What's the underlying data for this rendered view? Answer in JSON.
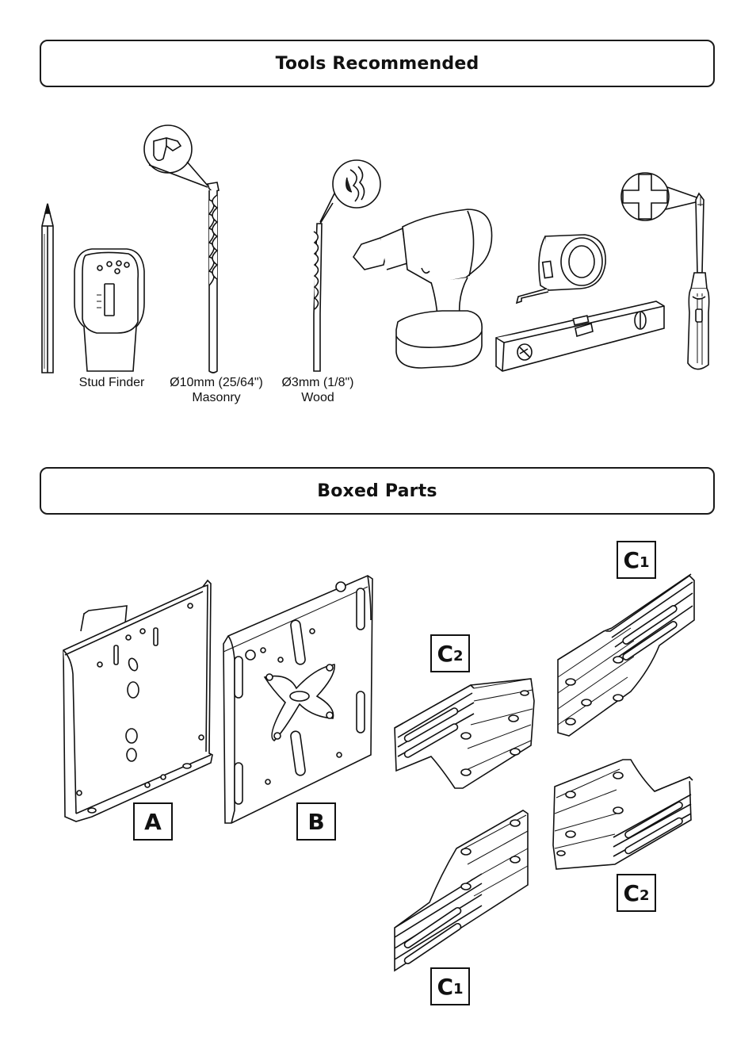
{
  "tools_section": {
    "title": "Tools Recommended",
    "tools": [
      {
        "id": "pencil",
        "icon": "pencil-icon"
      },
      {
        "id": "stud-finder",
        "icon": "stud-finder-icon",
        "label": "Stud Finder"
      },
      {
        "id": "masonry-bit",
        "icon": "masonry-drill-bit-icon",
        "label_line1": "Ø10mm (25/64\")",
        "label_line2": "Masonry"
      },
      {
        "id": "wood-bit",
        "icon": "wood-drill-bit-icon",
        "label_line1": "Ø3mm (1/8\")",
        "label_line2": "Wood"
      },
      {
        "id": "drill",
        "icon": "cordless-drill-icon"
      },
      {
        "id": "tape-measure",
        "icon": "tape-measure-icon"
      },
      {
        "id": "spirit-level",
        "icon": "spirit-level-icon"
      },
      {
        "id": "screwdriver",
        "icon": "phillips-screwdriver-icon"
      }
    ]
  },
  "parts_section": {
    "title": "Boxed Parts",
    "parts": [
      {
        "id": "A",
        "letter": "A",
        "subscript": ""
      },
      {
        "id": "B",
        "letter": "B",
        "subscript": ""
      },
      {
        "id": "C1-top",
        "letter": "C",
        "subscript": "1"
      },
      {
        "id": "C2-left",
        "letter": "C",
        "subscript": "2"
      },
      {
        "id": "C2-right",
        "letter": "C",
        "subscript": "2"
      },
      {
        "id": "C1-bottom",
        "letter": "C",
        "subscript": "1"
      }
    ]
  }
}
